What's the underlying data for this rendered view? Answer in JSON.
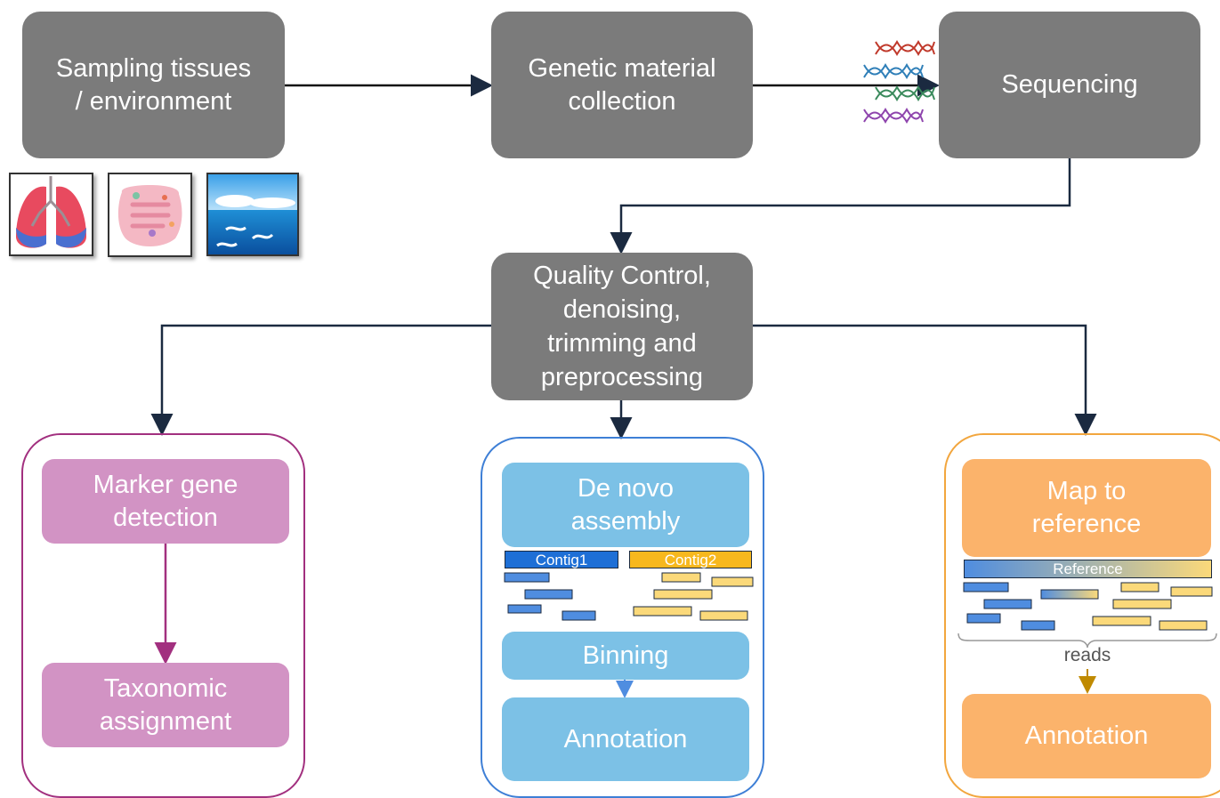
{
  "steps": {
    "sampling": "Sampling tissues\n/ environment",
    "genetic": "Genetic material\ncollection",
    "sequencing": "Sequencing",
    "qc": "Quality Control,\ndenoising,\ntrimming and\npreprocessing"
  },
  "amplicon": {
    "marker": "Marker gene\ndetection",
    "taxonomic": "Taxonomic\nassignment"
  },
  "denovo": {
    "assembly": "De novo\nassembly",
    "contig1": "Contig1",
    "contig2": "Contig2",
    "binning": "Binning",
    "annotation": "Annotation"
  },
  "reference": {
    "map": "Map to\nreference",
    "reference_label": "Reference",
    "reads_label": "reads",
    "annotation": "Annotation"
  },
  "sample_images": [
    "lungs-image",
    "intestine-image",
    "ocean-image"
  ],
  "colors": {
    "gray_box": "#7b7b7b",
    "pink": "#d293c4",
    "pink_border": "#a2307f",
    "blue": "#7cc1e6",
    "blue_border": "#3e7fd6",
    "orange": "#fbb36b",
    "orange_border": "#f2a63e",
    "contig_blue": "#1e6fd6",
    "contig_yellow": "#f7b81e",
    "read_blue": "#4f8de0",
    "read_yellow": "#fbd97a",
    "arrow_dark": "#1b2a40"
  }
}
